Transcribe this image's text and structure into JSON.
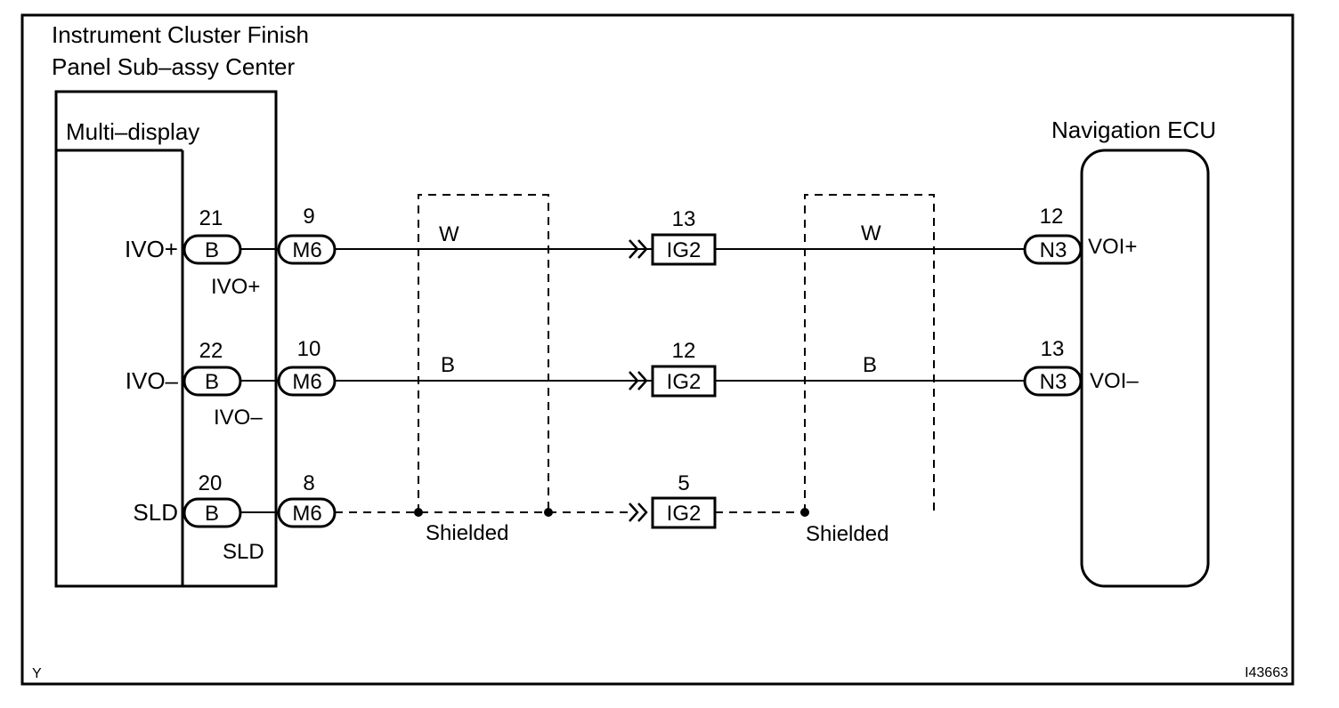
{
  "component_left": {
    "title_line1": "Instrument Cluster Finish",
    "title_line2": "Panel Sub–assy Center",
    "sub_title": "Multi–display"
  },
  "component_right": {
    "title": "Navigation ECU"
  },
  "rows": [
    {
      "signal_left": "IVO+",
      "pin_left": "21",
      "conn_left": "B",
      "pin_label_below": "IVO+",
      "junction_pin": "9",
      "junction_conn": "M6",
      "wire_color_left": "W",
      "mid_pin": "13",
      "mid_conn": "IG2",
      "wire_color_right": "W",
      "pin_right": "12",
      "conn_right": "N3",
      "signal_right": "VOI+"
    },
    {
      "signal_left": "IVO–",
      "pin_left": "22",
      "conn_left": "B",
      "pin_label_below": "IVO–",
      "junction_pin": "10",
      "junction_conn": "M6",
      "wire_color_left": "B",
      "mid_pin": "12",
      "mid_conn": "IG2",
      "wire_color_right": "B",
      "pin_right": "13",
      "conn_right": "N3",
      "signal_right": "VOI–"
    },
    {
      "signal_left": "SLD",
      "pin_left": "20",
      "conn_left": "B",
      "pin_label_below": "SLD",
      "junction_pin": "8",
      "junction_conn": "M6",
      "mid_pin": "5",
      "mid_conn": "IG2"
    }
  ],
  "shield_label_left": "Shielded",
  "shield_label_right": "Shielded",
  "corner_left": "Y",
  "corner_right": "I43663"
}
